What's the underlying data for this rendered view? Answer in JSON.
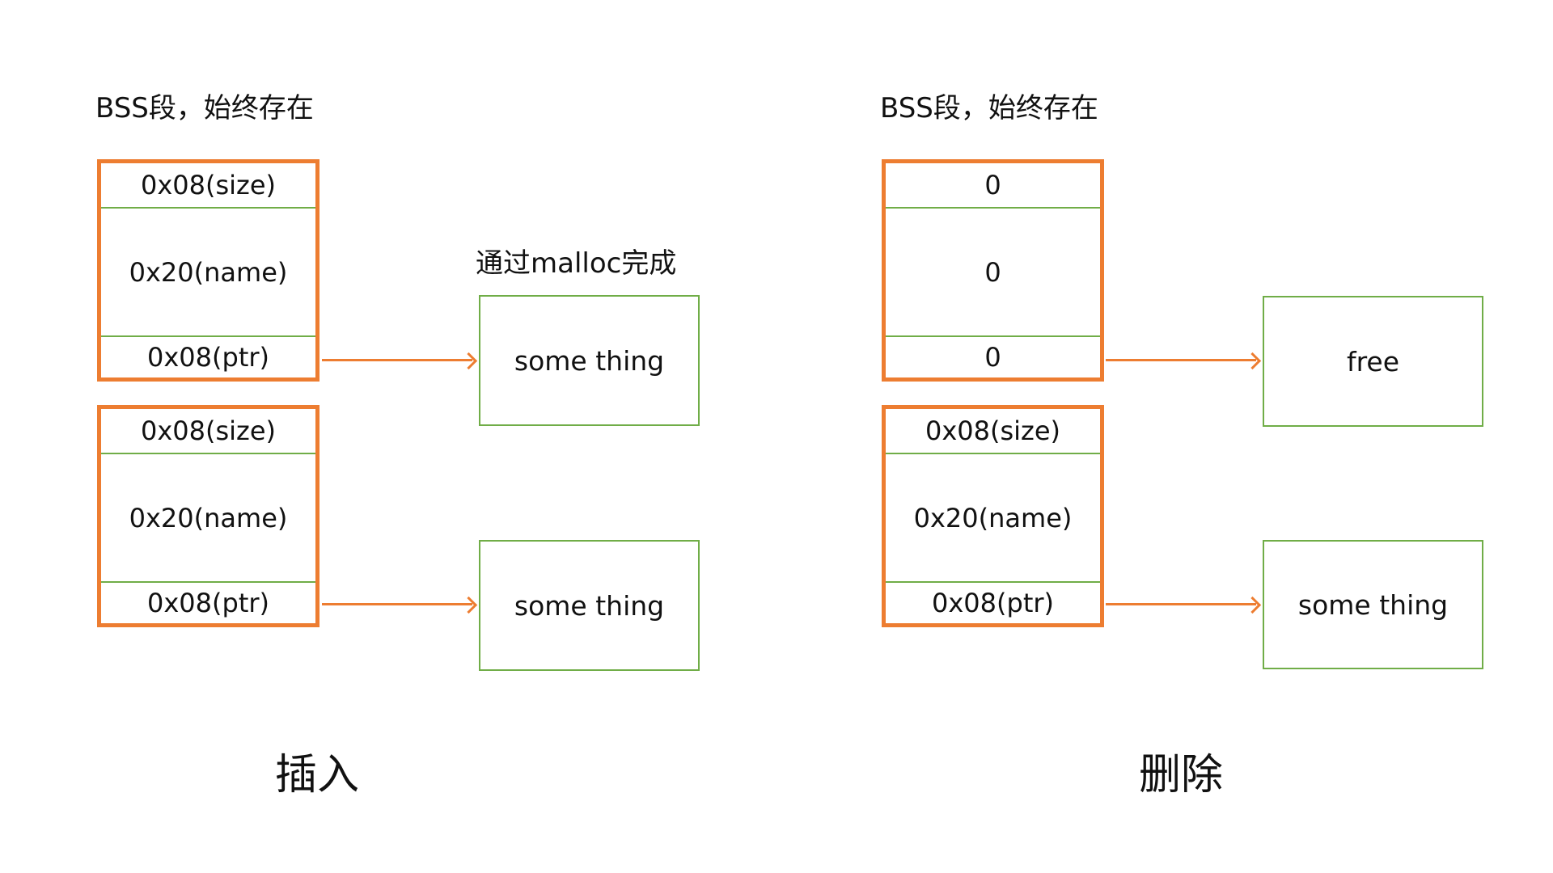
{
  "left": {
    "segment_label": "BSS段，始终存在",
    "malloc_label": "通过malloc完成",
    "caption": "插入",
    "struct_boxes": [
      {
        "cells": [
          "0x08(size)",
          "0x20(name)",
          "0x08(ptr)"
        ]
      },
      {
        "cells": [
          "0x08(size)",
          "0x20(name)",
          "0x08(ptr)"
        ]
      }
    ],
    "heap_boxes": [
      {
        "label": "some thing"
      },
      {
        "label": "some thing"
      }
    ]
  },
  "right": {
    "segment_label": "BSS段，始终存在",
    "caption": "删除",
    "struct_boxes": [
      {
        "cells": [
          "0",
          "0",
          "0"
        ]
      },
      {
        "cells": [
          "0x08(size)",
          "0x20(name)",
          "0x08(ptr)"
        ]
      }
    ],
    "heap_boxes": [
      {
        "label": "free"
      },
      {
        "label": "some thing"
      }
    ]
  },
  "colors": {
    "accent_orange": "#ED7D31",
    "accent_green": "#70AD47",
    "text": "#1a1a1a",
    "background": "#FFFFFF"
  }
}
